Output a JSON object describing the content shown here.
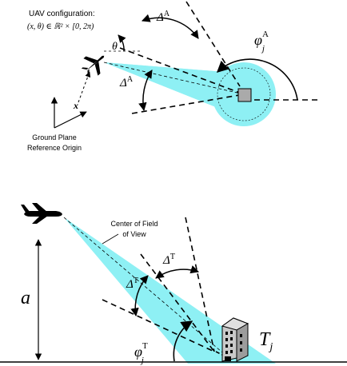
{
  "top_panel": {
    "uav_config_label": "UAV configuration:",
    "uav_config_math": "(x, θ) ∈ ℝ² × [0, 2π)",
    "theta_label": "θ",
    "delta_a_label_1": "ΔA",
    "delta_a_label_2": "ΔA",
    "phi_a_label": "φjA",
    "x_axis_label": "x",
    "origin_label_line1": "Ground Plane",
    "origin_label_line2": "Reference Origin"
  },
  "bottom_panel": {
    "fov_label_line1": "Center of Field",
    "fov_label_line2": "of View",
    "altitude_label": "a",
    "delta_t_label_1": "ΔT",
    "delta_t_label_2": "ΔT",
    "phi_t_label": "φjT",
    "target_label": "Tj"
  },
  "colors": {
    "fov_fill": "#8ef0f4",
    "target_square": "#aaaaaa",
    "building": "#b8b8b8",
    "stroke": "#000000"
  }
}
